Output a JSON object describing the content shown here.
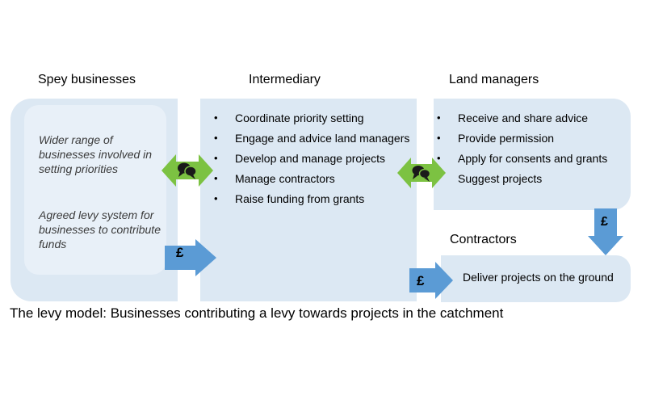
{
  "headings": {
    "spey": "Spey businesses",
    "intermediary": "Intermediary",
    "land": "Land managers",
    "contractors": "Contractors"
  },
  "spey_notes": [
    "Wider range of businesses involved in setting priorities",
    "Agreed levy system for businesses to contribute funds"
  ],
  "intermediary_items": [
    "Coordinate priority setting",
    "Engage and advice land managers",
    "Develop and manage projects",
    "Manage contractors",
    "Raise funding from grants"
  ],
  "land_items": [
    "Receive and share advice",
    "Provide permission",
    "Apply for consents and grants",
    "Suggest projects"
  ],
  "contractors_text": "Deliver projects on the ground",
  "currency_symbol": "£",
  "caption": "The levy model: Businesses contributing a levy towards projects in the catchment",
  "colors": {
    "panel": "#dce8f3",
    "inner_box": "#e8f0f8",
    "green_arrow": "#7cc242",
    "blue_arrow": "#5b9bd5",
    "speech_icon": "#1a1a1a"
  },
  "icons": {
    "two_way": "speech-bubbles-icon",
    "money": "pound-arrow-icon"
  }
}
